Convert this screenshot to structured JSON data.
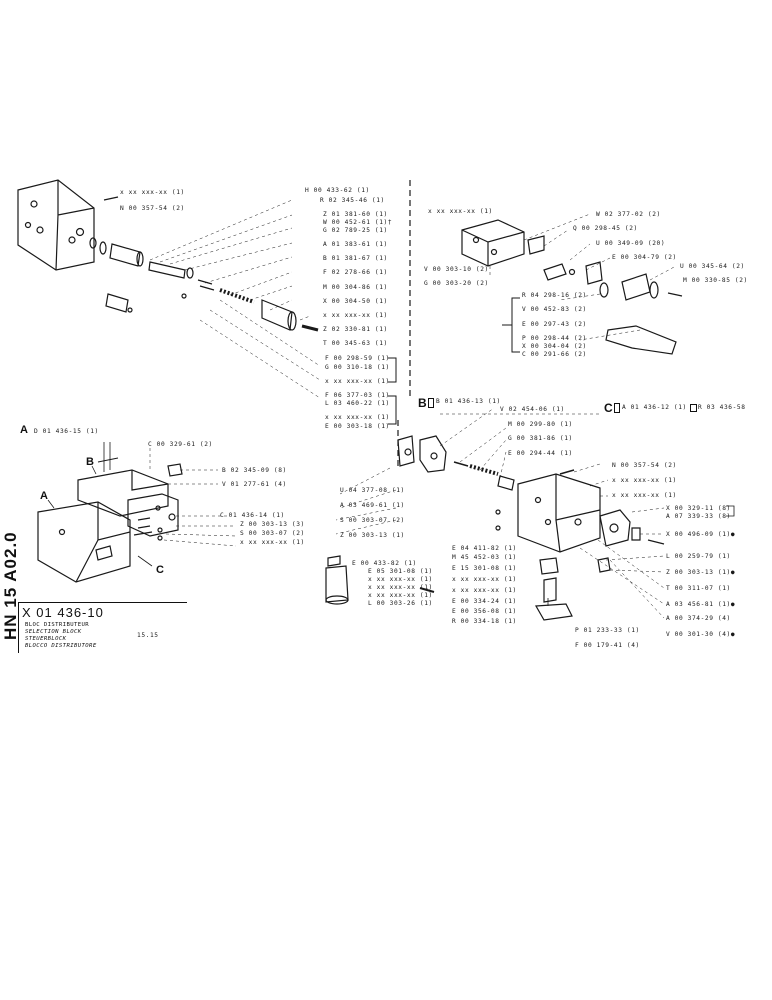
{
  "doc_id": "HN 15 A02.0",
  "part_number": "X 01 436-10",
  "sheet": "15.15",
  "title": {
    "fr": "BLOC DISTRIBUTEUR",
    "en": "SELECTION BLOCK",
    "de": "STEUERBLOCK",
    "it": "BLOCCO DISTRIBUTORE"
  },
  "section_letters": {
    "a": "A",
    "b": "B",
    "c": "C"
  },
  "section_headers": {
    "a": "D 01 436-15 (1)",
    "b": "B 01 436-13 (1)",
    "c": "A 01 436-12 (1)",
    "c_alt": "R 03 436-58"
  },
  "labels_top_left": [
    "x xx xxx-xx (1)",
    "N 00 357-54 (2)",
    "H 00 433-62 (1)",
    "R 02 345-46 (1)",
    "Z 01 381-60 (1)",
    "W 00 452-61 (1)†",
    "G 02 789-25 (1)",
    "A 01 383-61 (1)",
    "B 01 381-67 (1)",
    "F 02 278-66 (1)",
    "M 00 304-86 (1)",
    "X 00 304-50 (1)",
    "x xx xxx-xx (1)",
    "Z 02 330-81 (1)",
    "T 00 345-63 (1)",
    "F 00 298-59 (1)",
    "G 00 310-18 (1)",
    "x xx xxx-xx (1)",
    "F 06 377-03 (1)",
    "L 03 460-22 (1)",
    "x xx xxx-xx (1)",
    "E 00 303-18 (1)"
  ],
  "labels_top_right": [
    "x xx xxx-xx (1)",
    "W 02 377-02 (2)",
    "Q 00 298-45 (2)",
    "U 00 349-09 (20)",
    "E 00 304-79 (2)",
    "U 00 345-64 (2)",
    "M 00 330-85 (2)",
    "V 00 303-10 (2)",
    "G 00 303-20 (2)",
    "R 04 298-16 (2)",
    "V 00 452-83 (2)",
    "E 00 297-43 (2)",
    "P 00 298-44 (2)",
    "X 00 304-04 (2)",
    "C 00 291-66 (2)"
  ],
  "labels_assembly": [
    "C 00 329-61 (2)",
    "B 02 345-09 (8)",
    "V 01 277-61 (4)",
    "C 01 436-14 (1)",
    "Z 00 303-13 (3)",
    "S 00 303-07 (2)",
    "x xx xxx-xx (1)"
  ],
  "labels_b_section": [
    "V 02 454-06 (1)",
    "M 00 299-80 (1)",
    "G 00 381-86 (1)",
    "E 00 294-44 (1)",
    "U 04 377-08 (1)",
    "A 03 469-61 (1)",
    "S 00 303-07 (2)",
    "Z 00 303-13 (1)",
    "E 00 433-82 (1)",
    "E 05 301-08 (1)",
    "x xx xxx-xx (1)",
    "x xx xxx-xx (1)",
    "x xx xxx-xx (1)",
    "L 00 303-26 (1)",
    "E 04 411-82 (1)",
    "M 45 452-03 (1)",
    "E 15 301-08 (1)",
    "x xx xxx-xx (1)",
    "x xx xxx-xx (1)",
    "E 00 334-24 (1)",
    "E 00 356-08 (1)",
    "R 00 334-18 (1)",
    "P 01 233-33 (1)",
    "F 00 179-41 (4)"
  ],
  "labels_c_section": [
    "N 00 357-54 (2)",
    "x xx xxx-xx (1)",
    "x xx xxx-xx (1)",
    "X 00 329-11 (8)",
    "A 07 339-33 (8)",
    "X 00 496-09 (1)●",
    "L 00 259-79 (1)",
    "Z 00 303-13 (1)●",
    "T 00 311-07 (1)",
    "A 03 456-81 (1)●",
    "A 00 374-29 (4)",
    "V 00 301-30 (4)●"
  ]
}
